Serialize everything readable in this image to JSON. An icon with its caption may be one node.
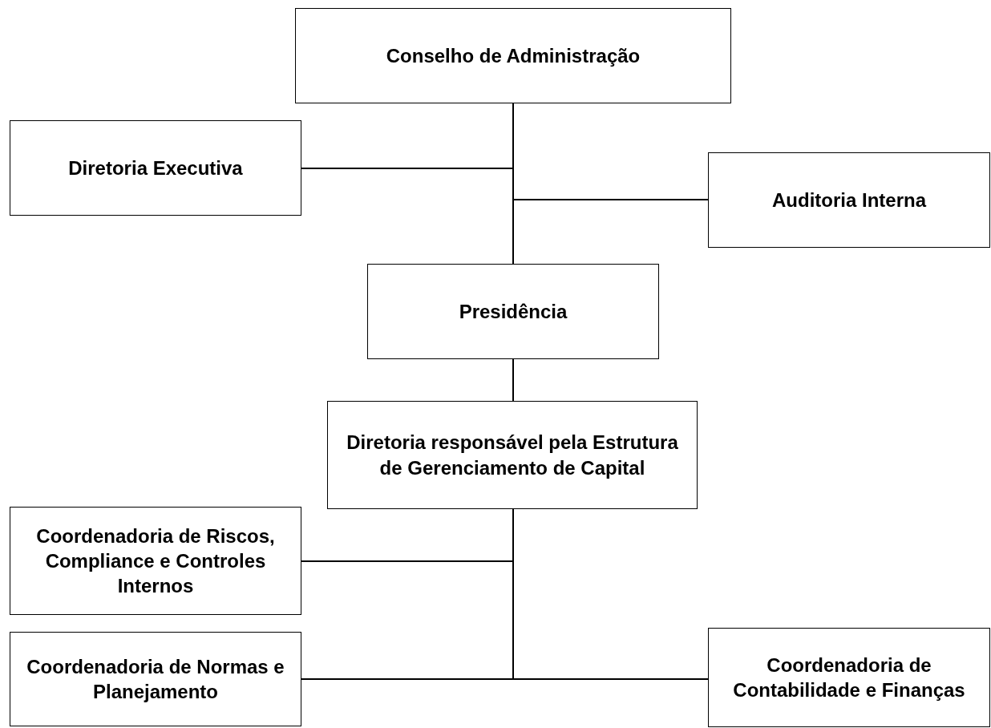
{
  "diagram": {
    "nodes": [
      {
        "text": [
          "Conselho de Administração"
        ]
      },
      {
        "text": [
          "Diretoria Executiva"
        ]
      },
      {
        "text": [
          "Auditoria Interna"
        ]
      },
      {
        "text": [
          "Presidência"
        ]
      },
      {
        "text": [
          "Diretoria responsável pela Estrutura de Gerenciamento de Capital"
        ]
      },
      {
        "text": [
          "Coordenadoria de Riscos, Compliance e Controles Internos"
        ]
      },
      {
        "text": [
          "Coordenadoria de Normas e Planejamento"
        ]
      },
      {
        "text": [
          "Coordenadoria de Contabilidade e Finanças"
        ]
      }
    ],
    "edges": [
      {
        "from": 0,
        "to": 1,
        "arrow": "none"
      },
      {
        "from": 0,
        "to": 2,
        "arrow": "none"
      },
      {
        "from": 0,
        "to": 3,
        "arrow": "none"
      },
      {
        "from": 3,
        "to": 4,
        "arrow": "none"
      },
      {
        "from": 4,
        "to": 5,
        "arrow": "none"
      },
      {
        "from": 4,
        "to": 6,
        "arrow": "none"
      },
      {
        "from": 4,
        "to": 7,
        "arrow": "none"
      }
    ]
  }
}
